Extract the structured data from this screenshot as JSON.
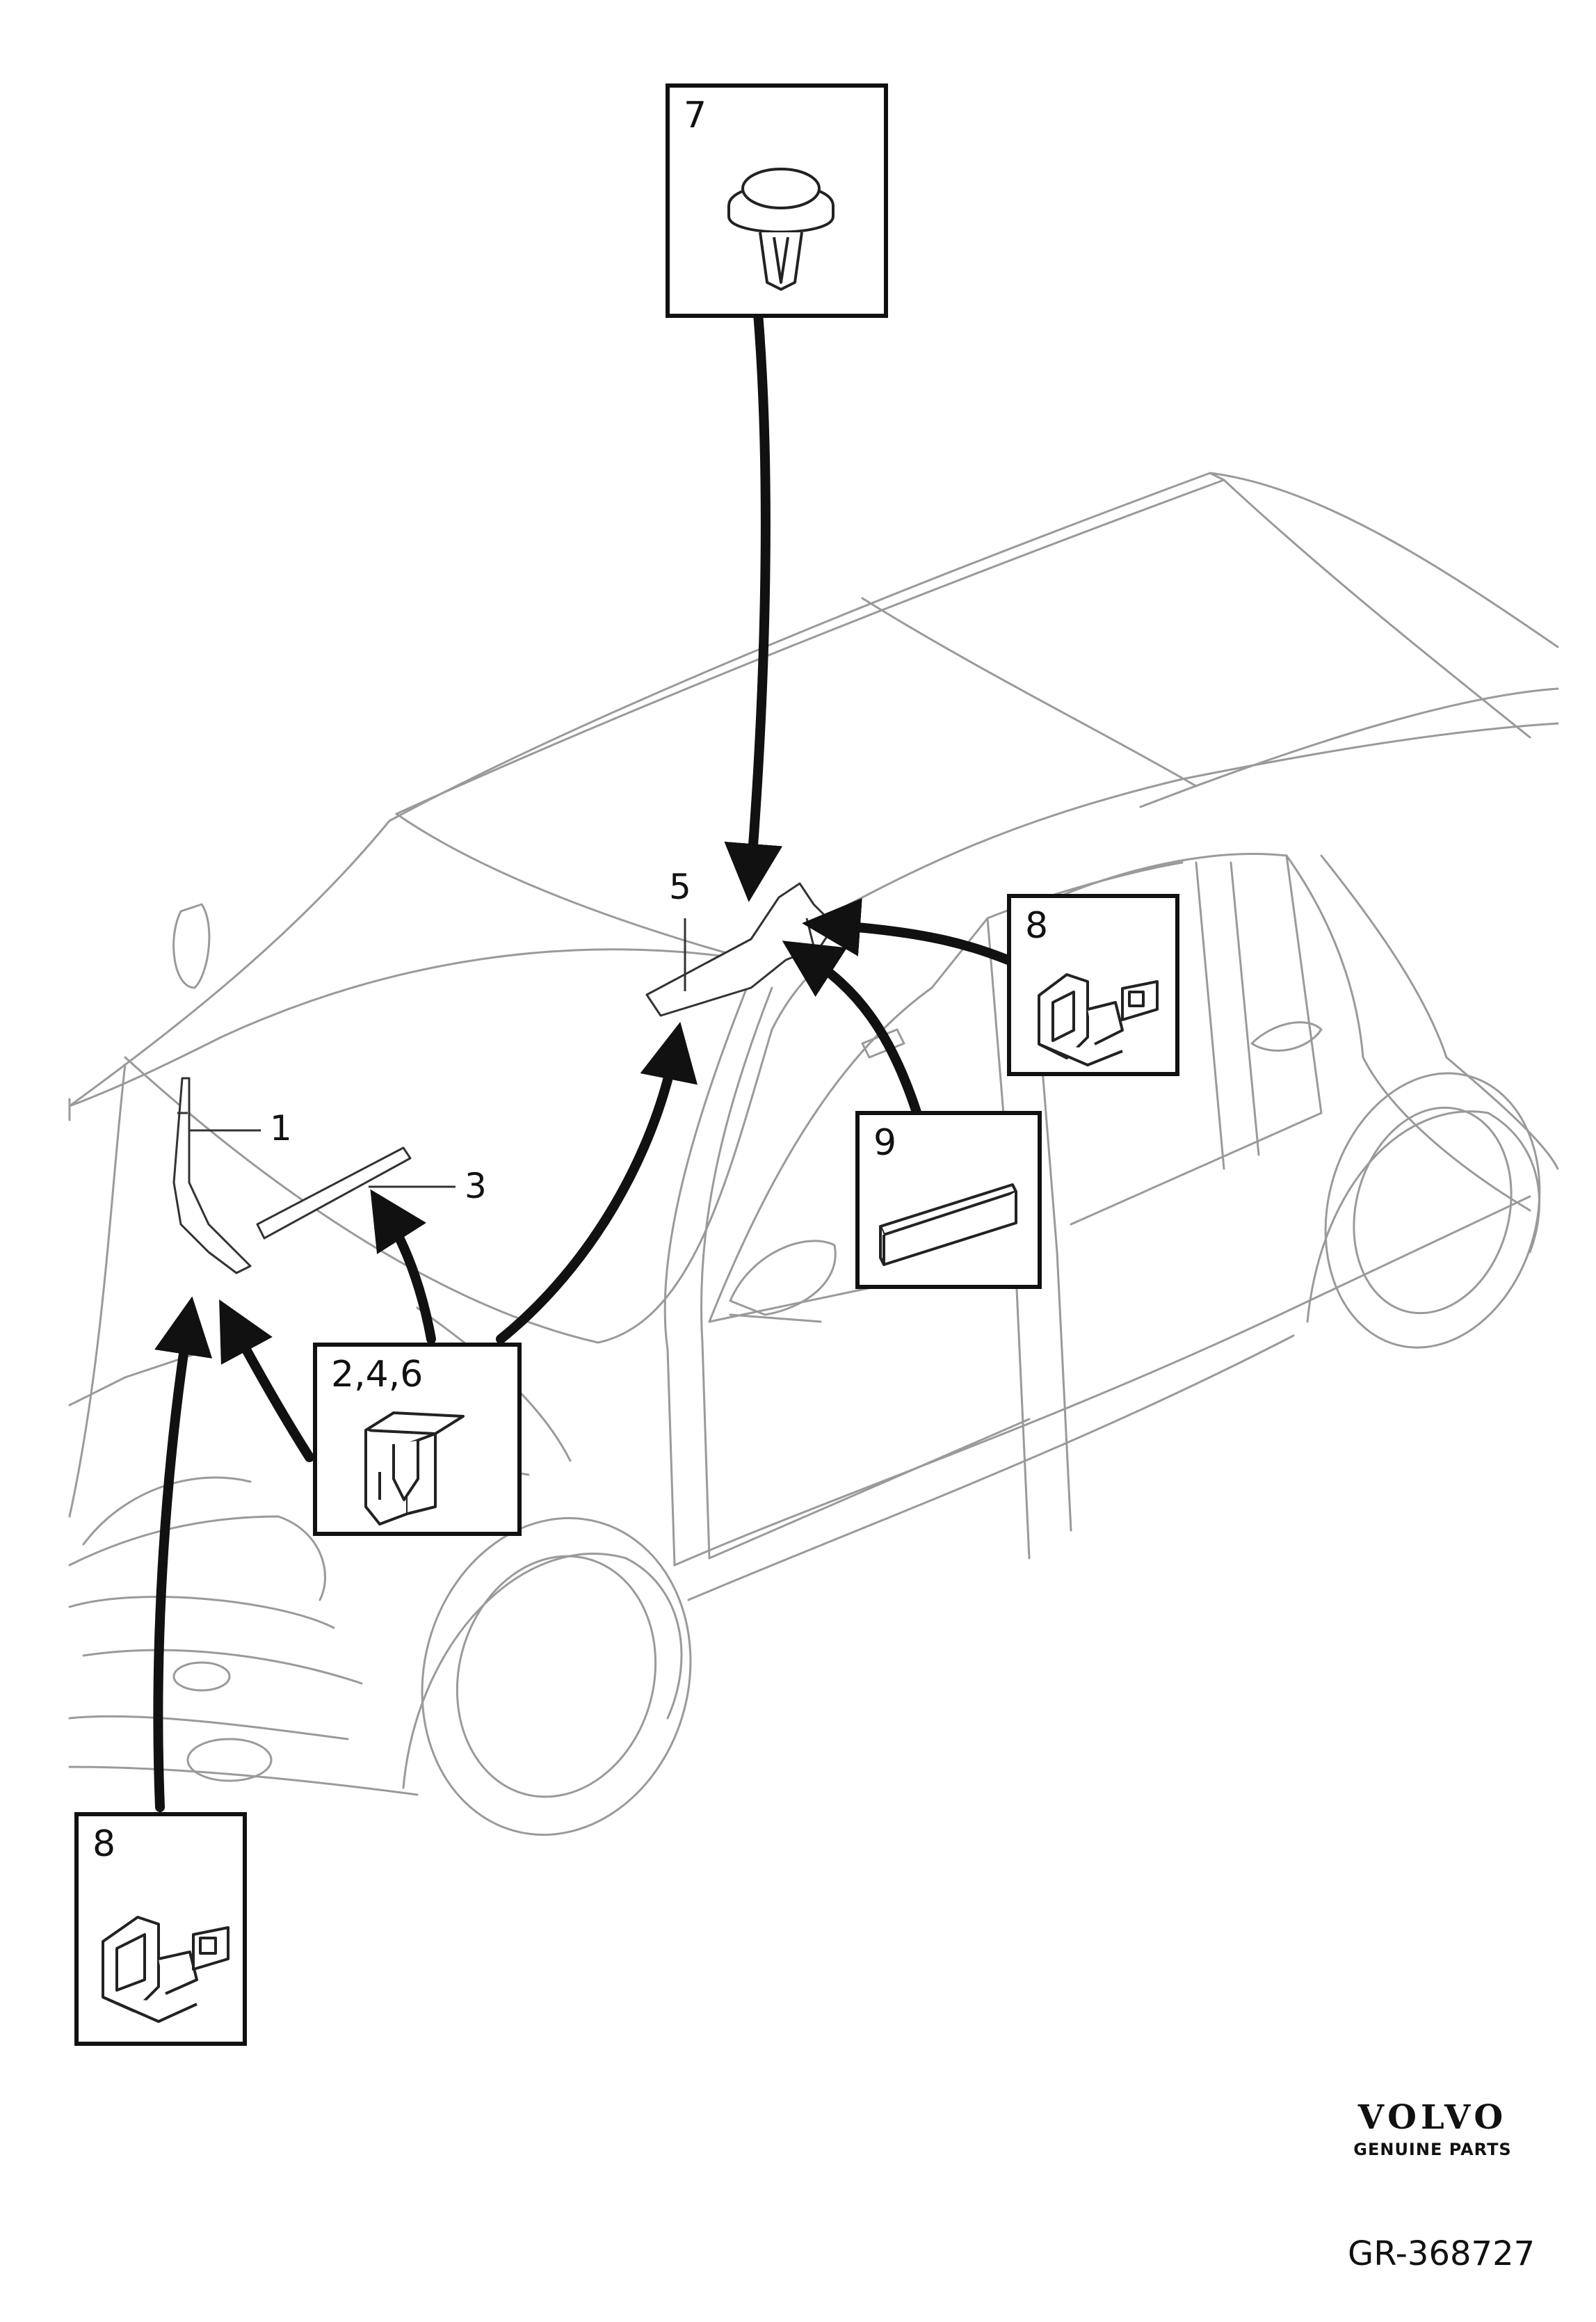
{
  "callouts": {
    "c1": "1",
    "c3": "3",
    "c5": "5"
  },
  "boxes": {
    "box7": {
      "label": "7",
      "part": "push-pin-clip"
    },
    "box8_top": {
      "label": "8",
      "part": "trim-clip"
    },
    "box9": {
      "label": "9",
      "part": "adhesive-pad"
    },
    "box246": {
      "label": "2,4,6",
      "part": "retaining-clip"
    },
    "box8_bottom": {
      "label": "8",
      "part": "trim-clip"
    }
  },
  "brand": {
    "name": "VOLVO",
    "subtitle": "GENUINE PARTS"
  },
  "reference": "GR-368727"
}
